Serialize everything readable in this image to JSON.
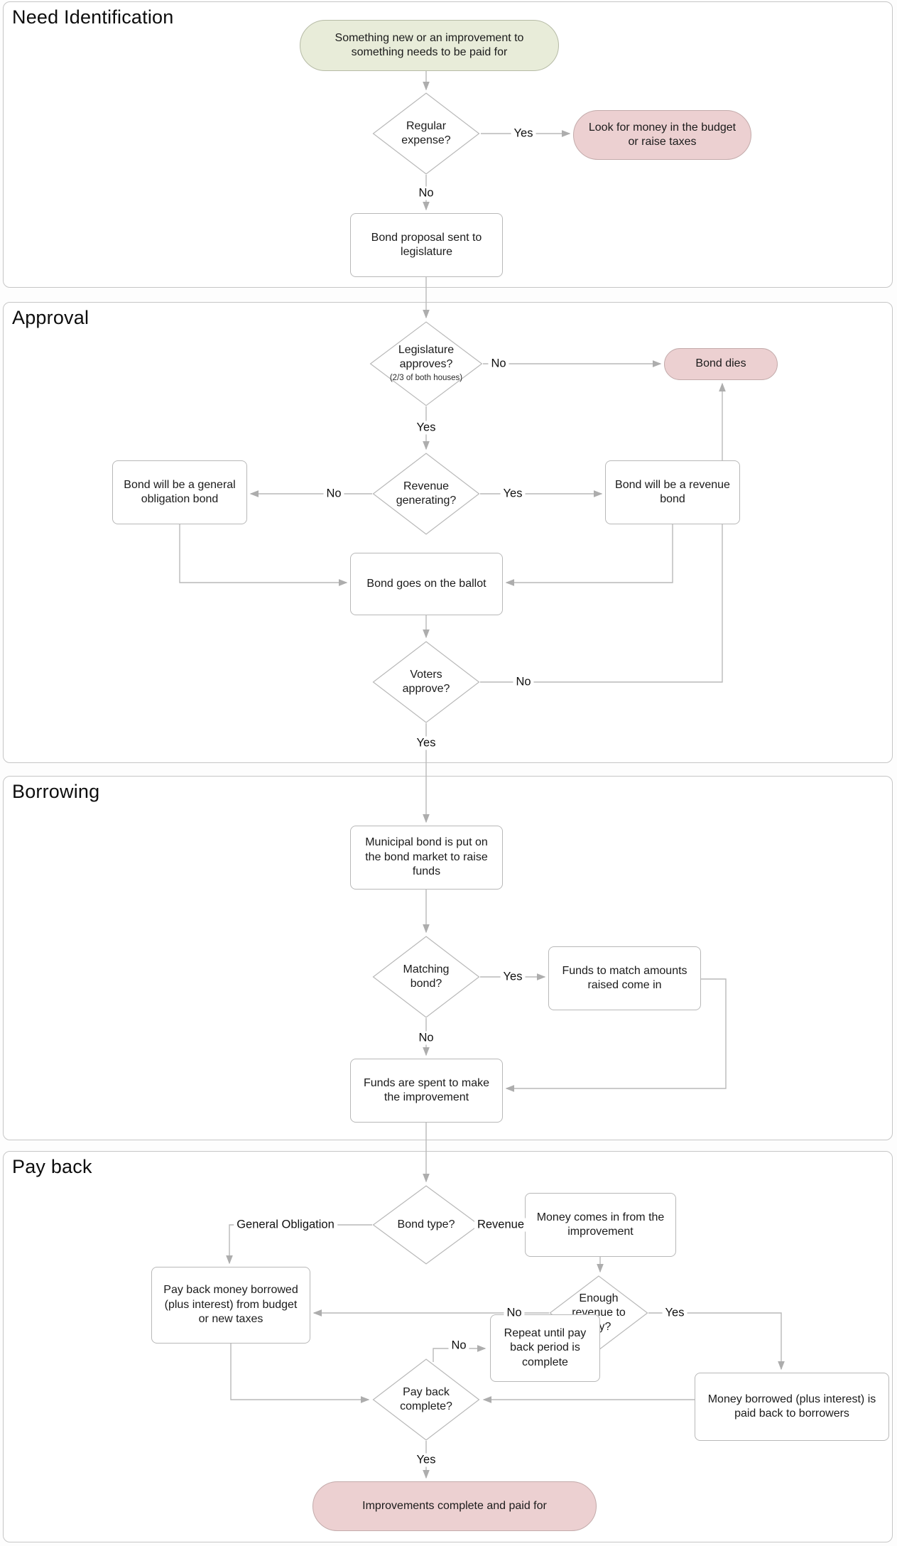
{
  "sections": [
    {
      "title": "Need Identification"
    },
    {
      "title": "Approval"
    },
    {
      "title": "Borrowing"
    },
    {
      "title": "Pay back"
    }
  ],
  "nodes": {
    "start": "Something new or an improvement to something needs to be paid for",
    "regular_expense": "Regular expense?",
    "look_for_money": "Look for money in the budget or raise taxes",
    "bond_proposal": "Bond proposal sent to legislature",
    "legislature_approves": "Legislature approves?",
    "legislature_approves_sub": "(2/3 of both houses)",
    "bond_dies": "Bond dies",
    "revenue_generating": "Revenue generating?",
    "general_obligation_bond": "Bond will be a general obligation bond",
    "revenue_bond": "Bond will be a revenue bond",
    "ballot": "Bond goes on the ballot",
    "voters_approve": "Voters approve?",
    "municipal_bond": "Municipal bond is put on the bond market to raise funds",
    "matching_bond": "Matching bond?",
    "funds_match": "Funds to match amounts raised come in",
    "funds_spent": "Funds are spent to make the improvement",
    "bond_type": "Bond type?",
    "pay_back_money": "Pay back money borrowed (plus interest) from budget or new taxes",
    "money_comes_in": "Money comes in from the improvement",
    "enough_revenue": "Enough revenue to pay?",
    "repeat_until": "Repeat until pay back period is complete",
    "money_paid_back": "Money borrowed (plus interest) is paid back to borrowers",
    "pay_back_complete": "Pay back complete?",
    "improvements_complete": "Improvements complete and paid for"
  },
  "labels": {
    "yes": "Yes",
    "no": "No",
    "general_obligation": "General Obligation",
    "revenue": "Revenue"
  },
  "colors": {
    "start_fill": "#e8ecd9",
    "terminal_fill": "#ecd0d1",
    "line": "#b9b9b9",
    "node_border": "#b8b8b8"
  }
}
